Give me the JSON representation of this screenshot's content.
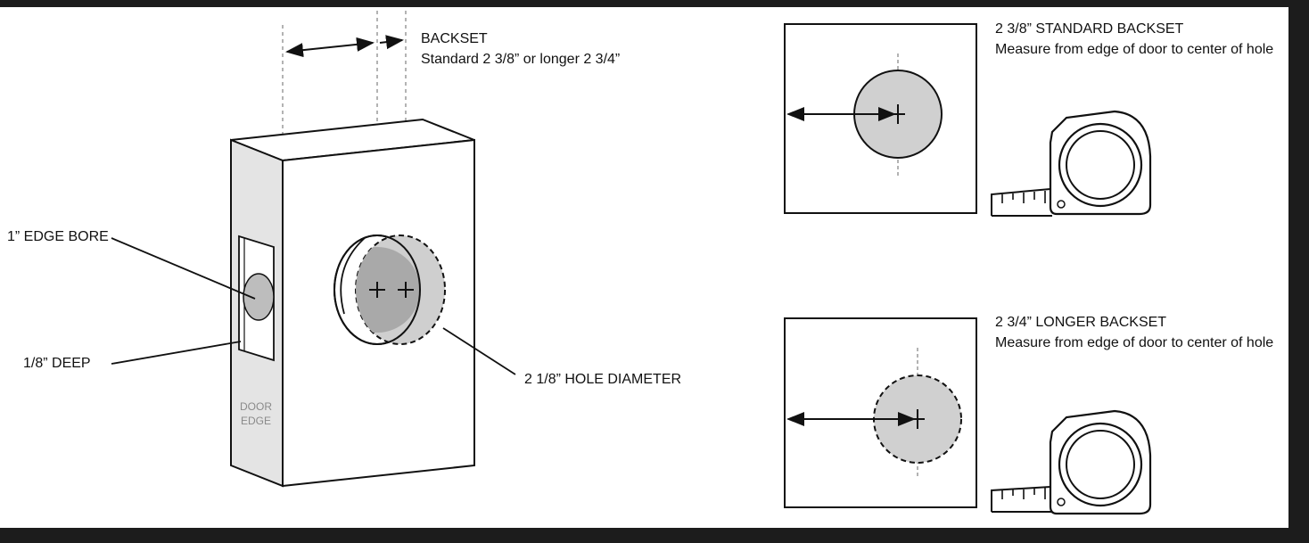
{
  "labels": {
    "backset_title": "BACKSET",
    "backset_sub": "Standard 2 3/8” or longer 2 3/4”",
    "edge_bore": "1” EDGE BORE",
    "deep": "1/8” DEEP",
    "hole_diameter": "2 1/8” HOLE DIAMETER",
    "door_edge_line1": "DOOR",
    "door_edge_line2": "EDGE"
  },
  "panels": [
    {
      "title": "2 3/8” STANDARD BACKSET",
      "subtitle": "Measure from edge of door to center of hole"
    },
    {
      "title": "2 3/4” LONGER BACKSET",
      "subtitle": "Measure from edge of door to center of hole"
    }
  ],
  "colors": {
    "background": "#1c1c1c",
    "paper": "#ffffff",
    "line": "#111111",
    "fill_light": "#d0d0d0",
    "fill_mid": "#b8b8b8",
    "door_edge": "#e4e4e4",
    "guide": "#9a9a9a"
  }
}
